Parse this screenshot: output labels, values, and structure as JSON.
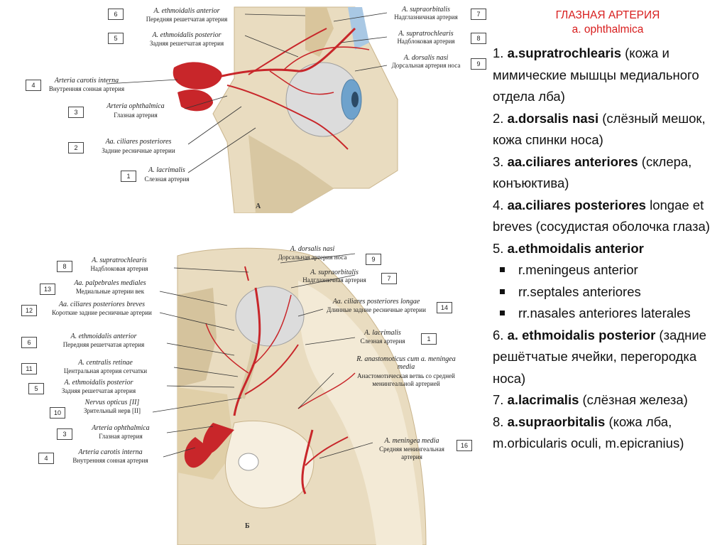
{
  "title": {
    "ru": "ГЛАЗНАЯ АРТЕРИЯ",
    "lat": "a. ophthalmica"
  },
  "list": [
    {
      "num": "1.",
      "term": "a.supratrochlearis",
      "desc": " (кожа и мимические мышцы медиального отдела лба)"
    },
    {
      "num": "2.",
      "term": "a.dorsalis nasi",
      "desc": " (слёзный мешок, кожа спинки носа)"
    },
    {
      "num": "3.",
      "term": "aa.ciliares anteriores",
      "desc": " (склера, конъюктива)"
    },
    {
      "num": "4.",
      "term": "aa.ciliares posteriores",
      "desc": " longae et breves (сосудистая оболочка глаза)"
    },
    {
      "num": "5.",
      "term": "a.ethmoidalis anterior",
      "desc": ""
    }
  ],
  "bullets": [
    "r.meningeus anterior",
    "rr.septales anteriores",
    "rr.nasales anteriores laterales"
  ],
  "list_after": [
    {
      "num": "6.",
      "term": "a. ethmoidalis posterior",
      "desc": " (задние решётчатые ячейки, перегородка носа)"
    },
    {
      "num": "7.",
      "term": "a.lacrimalis",
      "desc": " (слёзная железа)"
    },
    {
      "num": "8.",
      "term": "a.supraorbitalis",
      "desc": " (кожа лба, m.orbicularis oculi, m.epicranius)"
    }
  ],
  "figure_a": {
    "letter": "А",
    "callouts": [
      {
        "num": "6",
        "lat": "A. ethmoidalis anterior",
        "rus": "Передняя решетчатая артерия"
      },
      {
        "num": "5",
        "lat": "A. ethmoidalis posterior",
        "rus": "Задняя решетчатая артерия"
      },
      {
        "num": "4",
        "lat": "Arteria carotis interna",
        "rus": "Внутренняя сонная артерия"
      },
      {
        "num": "3",
        "lat": "Arteria ophthalmica",
        "rus": "Глазная артерия"
      },
      {
        "num": "2",
        "lat": "Aa. ciliares posteriores",
        "rus": "Задние ресничные артерии"
      },
      {
        "num": "1",
        "lat": "A. lacrimalis",
        "rus": "Слезная артерия"
      },
      {
        "num": "7",
        "lat": "A. supraorbitalis",
        "rus": "Надглазничная артерия"
      },
      {
        "num": "8",
        "lat": "A. supratrochlearis",
        "rus": "Надблоковая артерия"
      },
      {
        "num": "9",
        "lat": "A. dorsalis nasi",
        "rus": "Дорсальная артерия носа"
      }
    ]
  },
  "figure_b": {
    "letter": "Б",
    "callouts": [
      {
        "num": "8",
        "lat": "A. supratrochlearis",
        "rus": "Надблоковая артерия"
      },
      {
        "num": "13",
        "lat": "Aa. palpebrales mediales",
        "rus": "Медиальные артерии век"
      },
      {
        "num": "12",
        "lat": "Aa. ciliares posteriores breves",
        "rus": "Короткие задние ресничные артерии"
      },
      {
        "num": "6",
        "lat": "A. ethmoidalis anterior",
        "rus": "Передняя решетчатая артерия"
      },
      {
        "num": "11",
        "lat": "A. centralis retinae",
        "rus": "Центральная артерия сетчатки"
      },
      {
        "num": "5",
        "lat": "A. ethmoidalis posterior",
        "rus": "Задняя решетчатая артерия"
      },
      {
        "num": "10",
        "lat": "Nervus opticus [II]",
        "rus": "Зрительный нерв [II]"
      },
      {
        "num": "3",
        "lat": "Arteria ophthalmica",
        "rus": "Глазная артерия"
      },
      {
        "num": "4",
        "lat": "Arteria carotis interna",
        "rus": "Внутренняя сонная артерия"
      },
      {
        "num": "9",
        "lat": "A. dorsalis nasi",
        "rus": "Дорсальная артерия носа"
      },
      {
        "num": "7",
        "lat": "A. supraorbitalis",
        "rus": "Надглазничная артерия"
      },
      {
        "num": "14",
        "lat": "Aa. ciliares posteriores longae",
        "rus": "Длинные задние ресничные артерии"
      },
      {
        "num": "1",
        "lat": "A. lacrimalis",
        "rus": "Слезная артерия"
      },
      {
        "num": "",
        "lat": "R. anastomoticus cum a. meningea media",
        "rus": "Анастомотическая ветвь со средней менингеальной артерией"
      },
      {
        "num": "16",
        "lat": "A. meningea media",
        "rus": "Средняя менингеальная артерия"
      }
    ]
  },
  "colors": {
    "accent_title": "#d81e1e",
    "artery": "#c8262a",
    "bone": "#e9dcc0",
    "bone_shadow": "#c9b48c"
  }
}
